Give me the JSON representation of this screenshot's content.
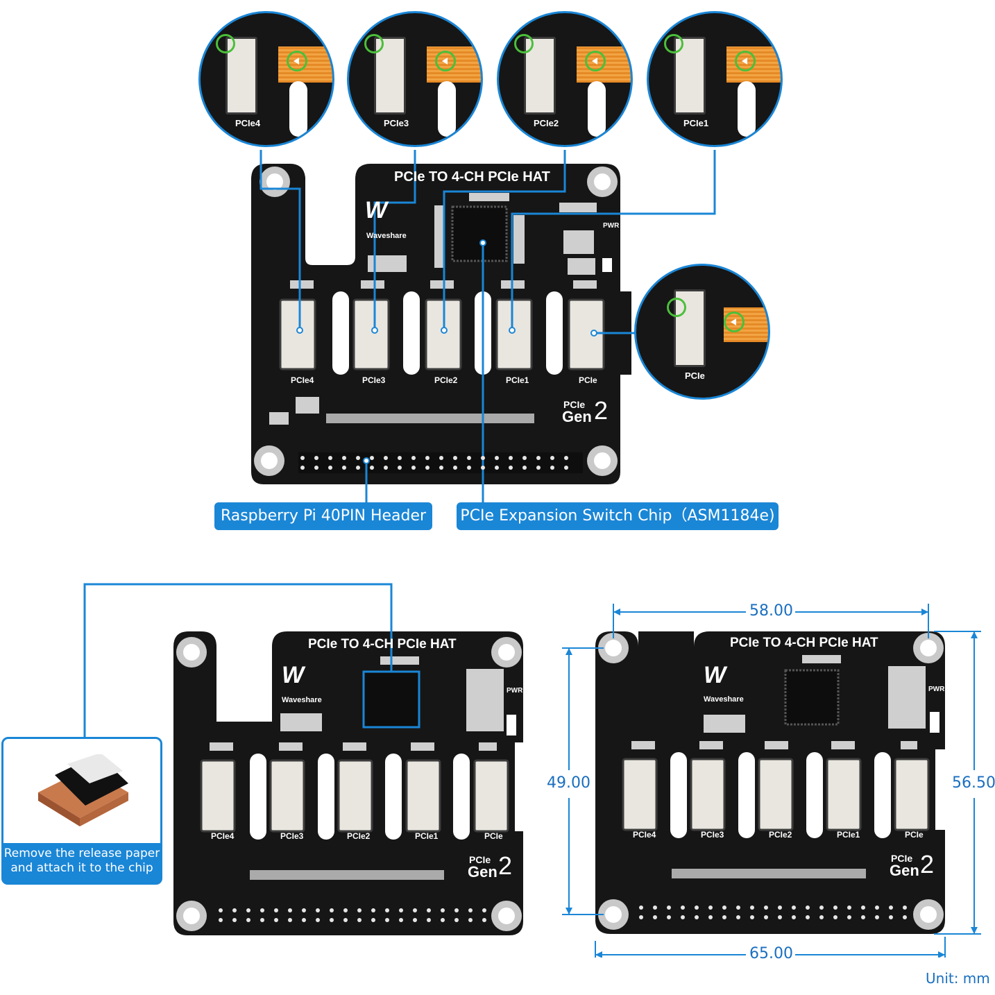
{
  "board": {
    "title": "PCIe TO 4-CH PCIe HAT",
    "brand": "Waveshare",
    "pwr_label": "PWR",
    "ports": [
      "PCIe4",
      "PCIe3",
      "PCIe2",
      "PCIe1",
      "PCIe"
    ],
    "gen_small": "PCIe",
    "gen_big": "Gen",
    "gen_num": "2"
  },
  "zooms": [
    {
      "label": "PCIe4"
    },
    {
      "label": "PCIe3"
    },
    {
      "label": "PCIe2"
    },
    {
      "label": "PCIe1"
    },
    {
      "label": "PCIe"
    }
  ],
  "tags": {
    "header": "Raspberry Pi 40PIN Header",
    "chip": "PCIe Expansion Switch Chip（ASM1184e)"
  },
  "heatsink_callout": {
    "line1": "Remove the release paper",
    "line2": "and attach it to the chip"
  },
  "dimensions": {
    "top": "58.00",
    "bottom": "65.00",
    "left": "49.00",
    "right": "56.50",
    "unit": "Unit: mm"
  },
  "colors": {
    "accent": "#1a86d6",
    "pcb": "#161616",
    "ring_green": "#4bbf3a",
    "ribbon": "#e58a26"
  }
}
